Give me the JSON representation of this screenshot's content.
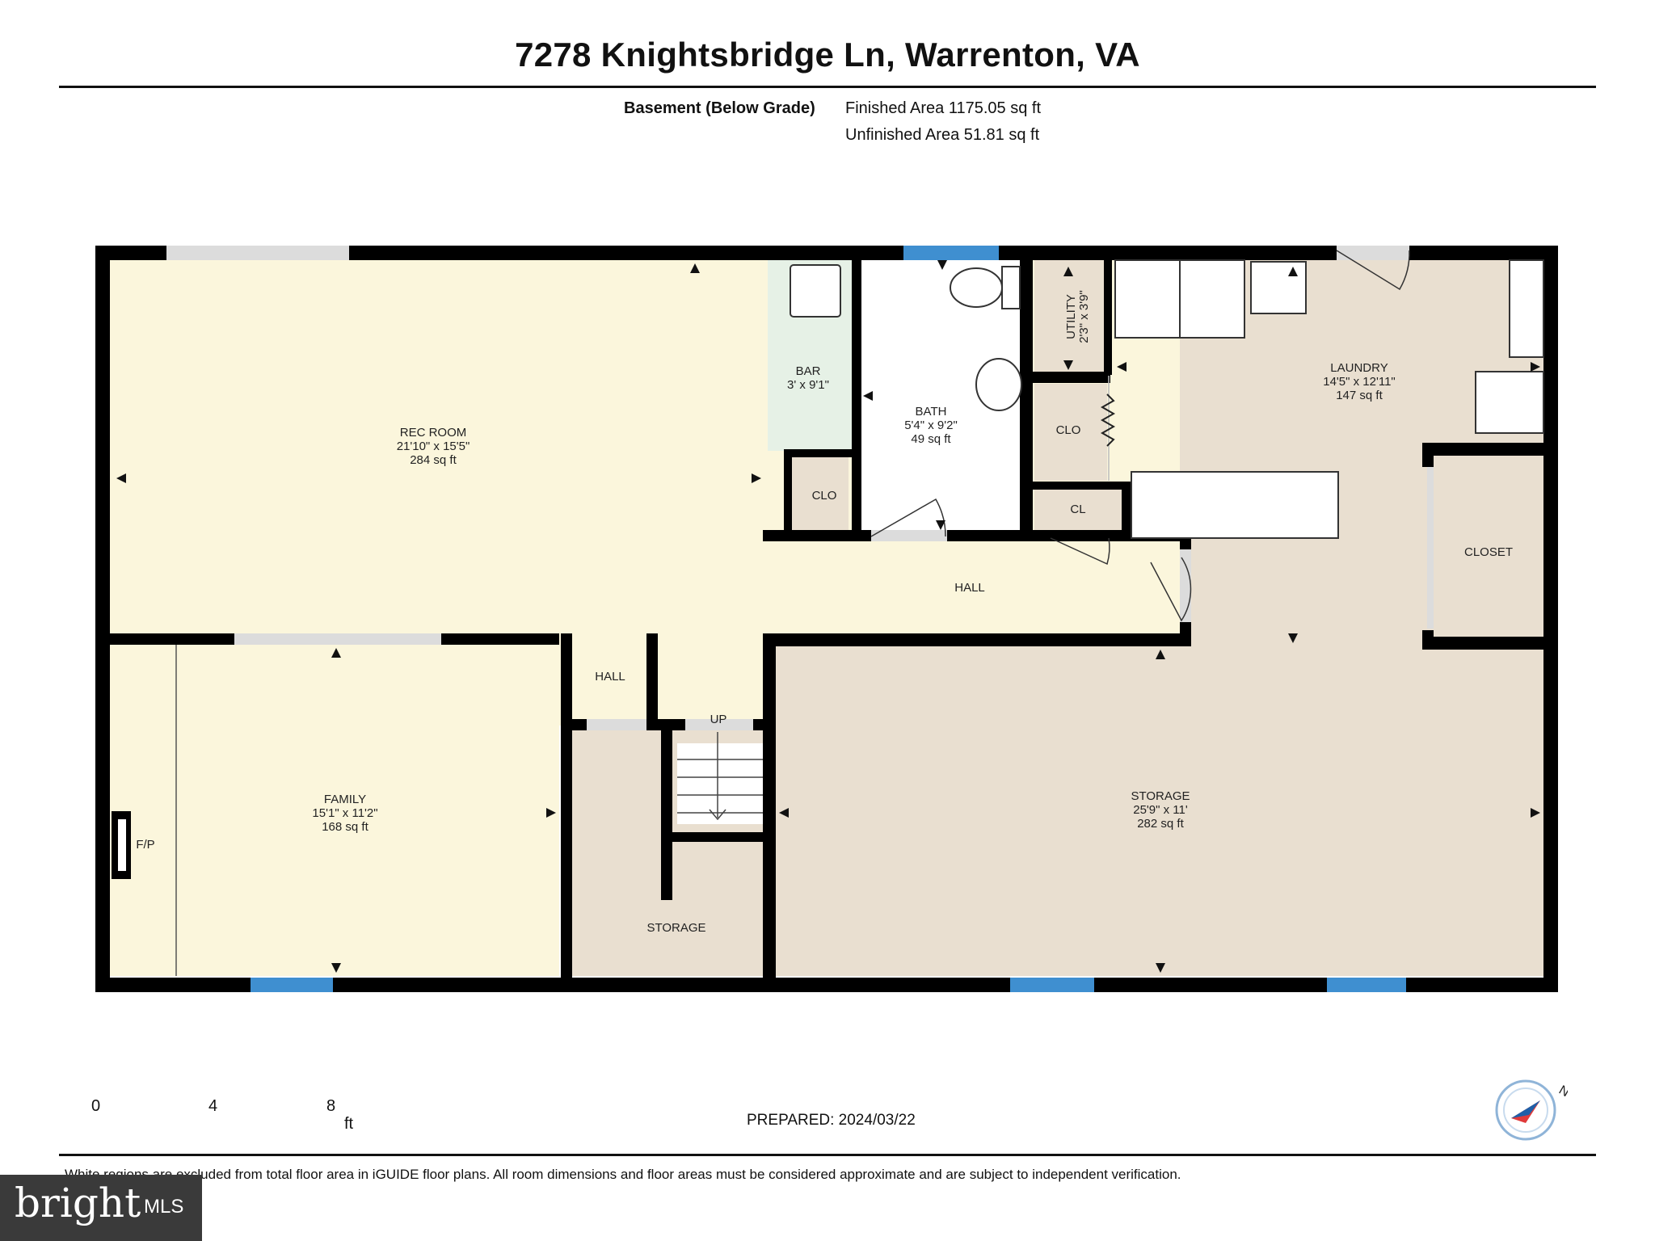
{
  "header": {
    "address": "7278 Knightsbridge Ln, Warrenton, VA",
    "level": "Basement (Below Grade)",
    "finished_area": "Finished Area 1175.05 sq ft",
    "unfinished_area": "Unfinished Area 51.81 sq ft"
  },
  "rooms": {
    "rec_room": {
      "name": "REC ROOM",
      "dims": "21'10\" x 15'5\"",
      "area": "284 sq ft"
    },
    "bar": {
      "name": "BAR",
      "dims": "3' x 9'1\""
    },
    "bath": {
      "name": "BATH",
      "dims": "5'4\" x 9'2\"",
      "area": "49 sq ft"
    },
    "utility": {
      "name": "UTILITY",
      "dims": "2'3\" x 3'9\""
    },
    "laundry": {
      "name": "LAUNDRY",
      "dims": "14'5\" x 12'11\"",
      "area": "147 sq ft"
    },
    "clo_bar": "CLO",
    "clo_utility": "CLO",
    "cl": "CL",
    "closet": "CLOSET",
    "hall_main": "HALL",
    "hall_small": "HALL",
    "family": {
      "name": "FAMILY",
      "dims": "15'1\" x 11'2\"",
      "area": "168 sq ft"
    },
    "fireplace": "F/P",
    "stairs_up": "UP",
    "storage_small": "STORAGE",
    "storage": {
      "name": "STORAGE",
      "dims": "25'9\" x 11'",
      "area": "282 sq ft"
    }
  },
  "scale": {
    "ticks": [
      "0",
      "4",
      "8"
    ],
    "unit": "ft"
  },
  "prepared": "PREPARED: 2024/03/22",
  "footer": "White regions are excluded from total floor area in iGUIDE floor plans. All room dimensions and floor areas must be considered approximate and are subject to independent verification.",
  "branding": {
    "logo_text": "bright",
    "logo_suffix": "MLS"
  },
  "compass": {
    "label": "N"
  },
  "colors": {
    "wall": "#000000",
    "rec_room_fill": "#fbf6dc",
    "service_fill": "#e9dfd0",
    "bar_fill": "#e6f1e6",
    "window": "#3f8fd0",
    "door_gap": "#d8d8d8"
  }
}
